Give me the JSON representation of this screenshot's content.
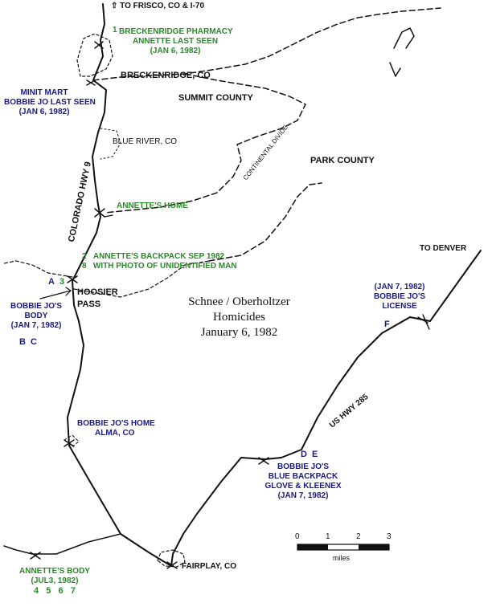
{
  "colors": {
    "annette": "#2a8a2a",
    "bobbie": "#1a1a80",
    "base": "#111111"
  },
  "title": {
    "line1": "Schnee / Oberholtzer",
    "line2": "Homicides",
    "line3": "January 6, 1982"
  },
  "regions": {
    "summit": "SUMMIT COUNTY",
    "park": "PARK COUNTY",
    "divide": "CONTINENTAL DIVIDE"
  },
  "roads": {
    "hwy9": "COLORADO HWY 9",
    "hwy285": "US HWY 285"
  },
  "directions": {
    "frisco": "TO FRISCO, CO & I-70",
    "frisco_arrow": "⇧",
    "denver": "TO DENVER"
  },
  "places": {
    "breckenridge": "BRECKENRIDGE, CO",
    "blue_river": "BLUE RIVER, CO",
    "hoosier_1": "HOOSIER",
    "hoosier_2": "PASS",
    "fairplay": "FAIRPLAY, CO"
  },
  "markers": {
    "m1": "1",
    "pharmacy": {
      "line1": "BRECKENRIDGE PHARMACY",
      "line2": "ANNETTE LAST SEEN",
      "line3": "(JAN 6, 1982)"
    },
    "minit": {
      "line1": "MINIT MART",
      "line2": "BOBBIE JO LAST SEEN",
      "line3": "(JAN 6, 1982)"
    },
    "annette_home": "ANNETTE'S HOME",
    "backpack": {
      "num1": "2",
      "num2": "8",
      "line1": "ANNETTE'S BACKPACK SEP 1982",
      "line2": "WITH PHOTO OF UNIDENTIFIED MAN"
    },
    "a3": {
      "a": "A",
      "three": "3"
    },
    "bobbie_body": {
      "line1": "BOBBIE JO'S",
      "line2": "BODY",
      "line3": "(JAN 7, 1982)",
      "letters": "B  C"
    },
    "bobbie_home": {
      "line1": "BOBBIE JO'S HOME",
      "line2": "ALMA, CO"
    },
    "license": {
      "line1": "(JAN 7, 1982)",
      "line2": "BOBBIE JO'S",
      "line3": "LICENSE",
      "letter": "F"
    },
    "blue_backpack": {
      "letters": "D  E",
      "line1": "BOBBIE JO'S",
      "line2": "BLUE BACKPACK",
      "line3": "GLOVE & KLEENEX",
      "line4": "(JAN 7, 1982)"
    },
    "annette_body": {
      "line1": "ANNETTE'S BODY",
      "line2": "(JUL3, 1982)",
      "numbers": "4   5   6   7"
    }
  },
  "scale": {
    "ticks": [
      "0",
      "1",
      "2",
      "3"
    ],
    "unit": "miles"
  }
}
